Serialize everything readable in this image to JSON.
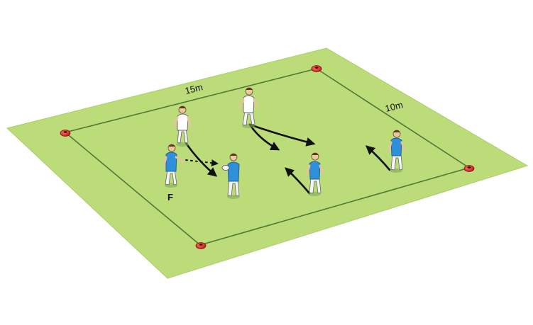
{
  "diagram": {
    "labels": {
      "length": "15m",
      "width": "10m",
      "player_f": "F"
    },
    "colors": {
      "field": "#bcdc7a",
      "field_edge": "#a9cf68",
      "boundary_line": "#4f7a35",
      "cone": "#d62b2b",
      "attacker_shirt": "#2f8fd8",
      "defender_kit": "#ffffff",
      "arrow": "#111111"
    },
    "cones": [
      "cone-back-left",
      "cone-back-right",
      "cone-front-right",
      "cone-front-left"
    ],
    "players": [
      {
        "id": "defender-left",
        "team": "white"
      },
      {
        "id": "defender-centre",
        "team": "white"
      },
      {
        "id": "feeder-f",
        "team": "blue"
      },
      {
        "id": "ball-carrier",
        "team": "blue"
      },
      {
        "id": "attacker-centre",
        "team": "blue"
      },
      {
        "id": "attacker-right",
        "team": "blue"
      }
    ]
  }
}
